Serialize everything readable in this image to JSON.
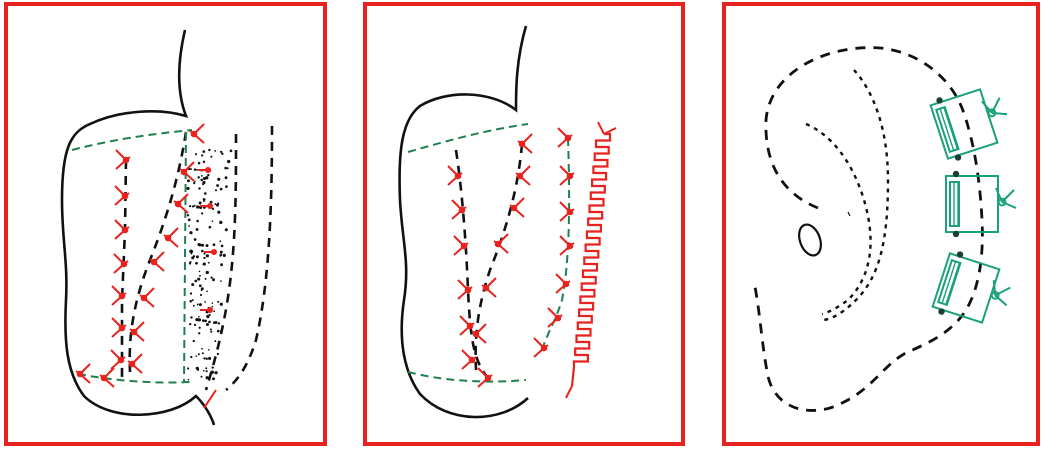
{
  "figure": {
    "panels": [
      {
        "id": "panel-1",
        "description_label": ""
      },
      {
        "id": "panel-2",
        "description_label": ""
      },
      {
        "id": "panel-3",
        "description_label": ""
      }
    ],
    "colors": {
      "frame": "#e8231f",
      "outline": "#111111",
      "suture": "#e8231f",
      "seam": "#1f7f4f",
      "device": "#1aa07a"
    }
  }
}
